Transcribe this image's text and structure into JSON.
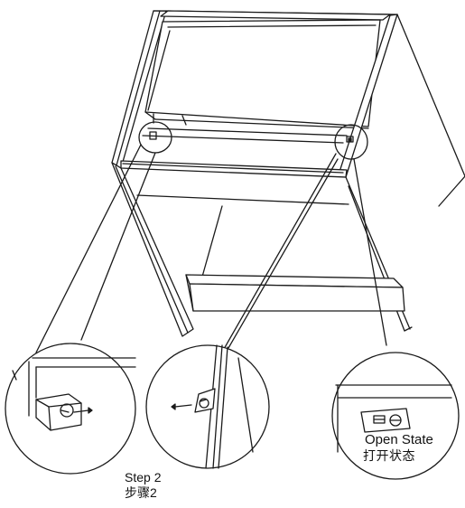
{
  "labels": {
    "step_en": "Step 2",
    "step_zh": "步骤2",
    "open_state_en": "Open State",
    "open_state_zh": "打开状态"
  },
  "colors": {
    "line": "#1a1a1a",
    "background": "#ffffff"
  }
}
